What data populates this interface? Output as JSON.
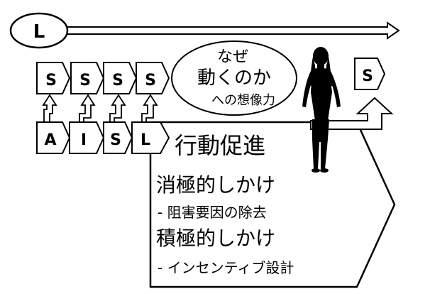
{
  "top": {
    "l_label": "L"
  },
  "s_row": [
    "S",
    "S",
    "S",
    "S"
  ],
  "aisl_row": [
    "A",
    "I",
    "S",
    "L"
  ],
  "thought": {
    "line1": "なぜ",
    "line2": "動くのか",
    "line3": "への想像力"
  },
  "right_s": "S",
  "main_box": {
    "title": "行動促進",
    "passive_heading": "消極的しかけ",
    "passive_item": "- 阻害要因の除去",
    "active_heading": "積極的しかけ",
    "active_item": "- インセンティブ設計"
  }
}
